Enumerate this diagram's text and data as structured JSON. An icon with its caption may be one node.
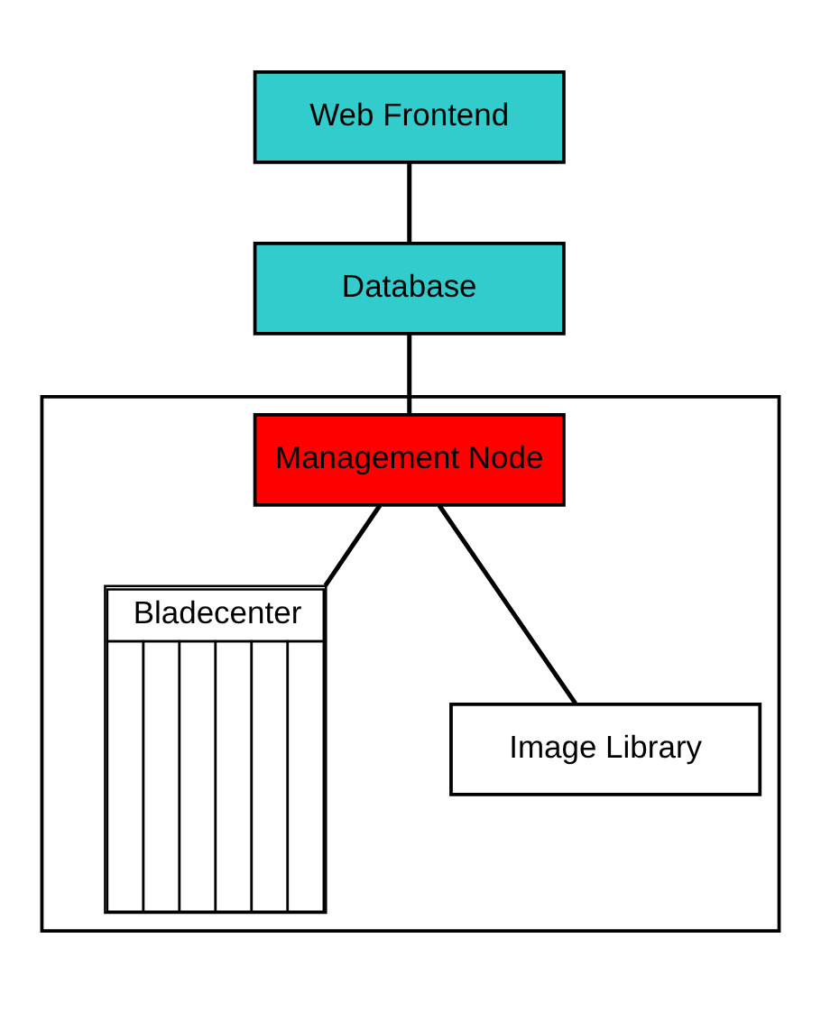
{
  "diagram": {
    "nodes": [
      {
        "text": [
          "Web Frontend"
        ]
      },
      {
        "text": [
          "Database"
        ]
      },
      {
        "text": [],
        "shape": "box"
      },
      {
        "text": [
          "Management Node"
        ],
        "in": 2
      },
      {
        "text": [
          "Bladecenter"
        ],
        "in": 2
      },
      {
        "text": [
          "Image Library"
        ],
        "in": 2
      }
    ],
    "edges": [
      {
        "from": 0,
        "to": 1,
        "arrow": "none"
      },
      {
        "from": 1,
        "to": 3,
        "arrow": "none"
      },
      {
        "from": 3,
        "to": 4,
        "arrow": "none"
      },
      {
        "from": 3,
        "to": 5,
        "arrow": "none"
      }
    ]
  }
}
